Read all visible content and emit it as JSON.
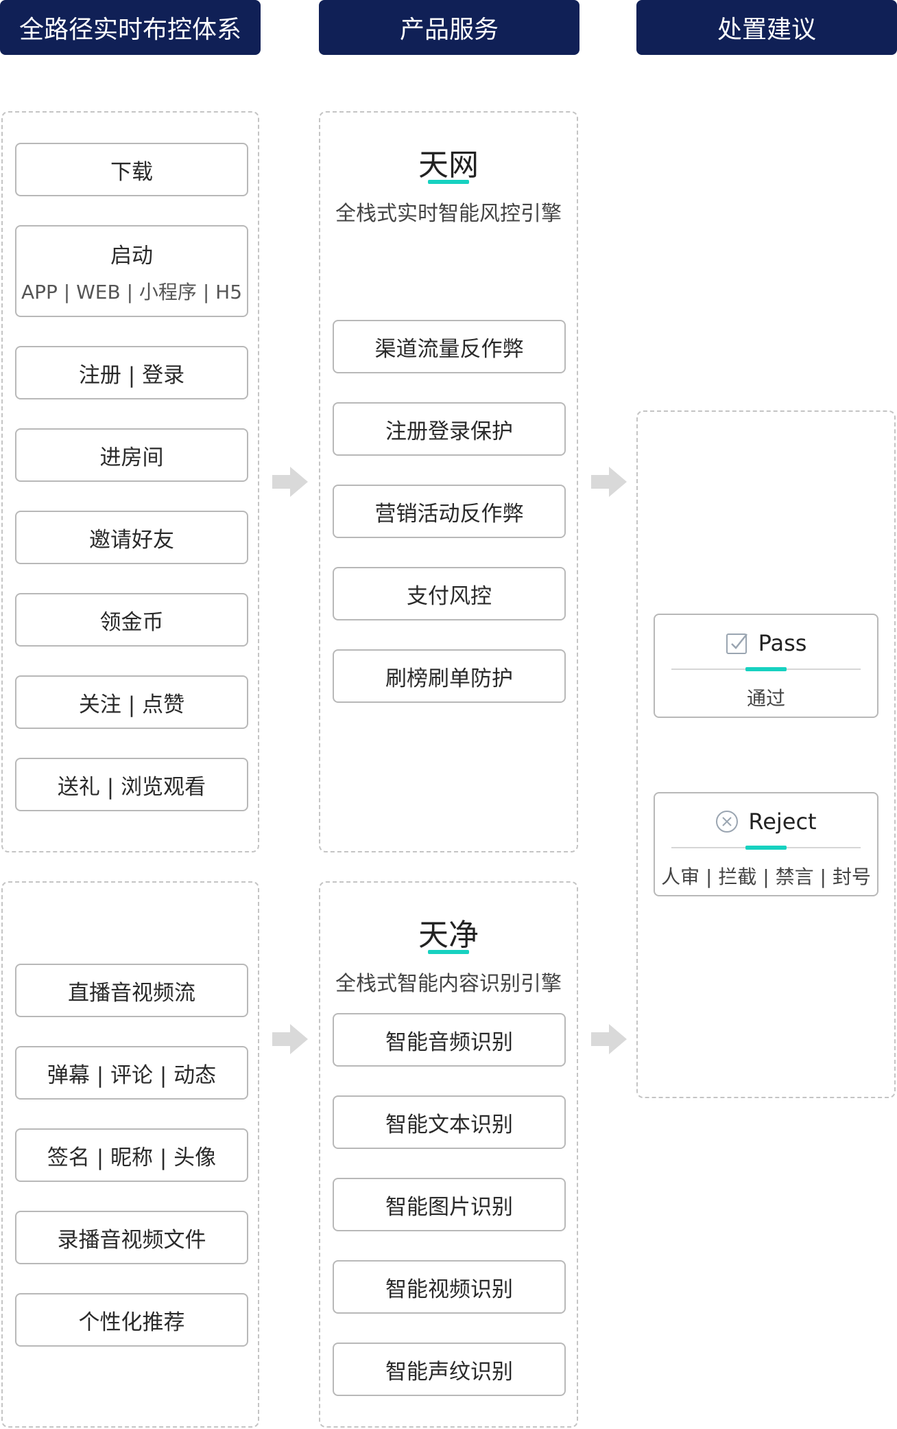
{
  "headers": [
    "全路径实时布控体系",
    "产品服务",
    "处置建议"
  ],
  "touchpoints_top": [
    {
      "label": "下载"
    },
    {
      "label": "启动",
      "sub": "APP | WEB | 小程序 | H5"
    },
    {
      "label": "注册 | 登录"
    },
    {
      "label": "进房间"
    },
    {
      "label": "邀请好友"
    },
    {
      "label": "领金币"
    },
    {
      "label": "关注 | 点赞"
    },
    {
      "label": "送礼 |  浏览观看"
    }
  ],
  "touchpoints_bottom": [
    {
      "label": "直播音视频流"
    },
    {
      "label": "弹幕 | 评论 | 动态"
    },
    {
      "label": "签名 | 昵称 | 头像"
    },
    {
      "label": "录播音视频文件"
    },
    {
      "label": "个性化推荐"
    }
  ],
  "engine_tianwang": {
    "name": "天网",
    "desc": "全栈式实时智能风控引擎",
    "services": [
      "渠道流量反作弊",
      "注册登录保护",
      "营销活动反作弊",
      "支付风控",
      "刷榜刷单防护"
    ]
  },
  "engine_tianjing": {
    "name": "天净",
    "desc": "全栈式智能内容识别引擎",
    "services": [
      "智能音频识别",
      "智能文本识别",
      "智能图片识别",
      "智能视频识别",
      "智能声纹识别"
    ]
  },
  "results": {
    "pass": {
      "title": "Pass",
      "desc": "通过",
      "icon": "checkbox-icon"
    },
    "reject": {
      "title": "Reject",
      "desc": "人审 | 拦截 | 禁言 | 封号",
      "icon": "circle-x-icon"
    }
  },
  "colors": {
    "header_bg": "#102056",
    "accent": "#17d1c0",
    "border": "#b8b8b8",
    "panel_border": "#c4c4c4",
    "arrow": "#d9d9d9"
  }
}
